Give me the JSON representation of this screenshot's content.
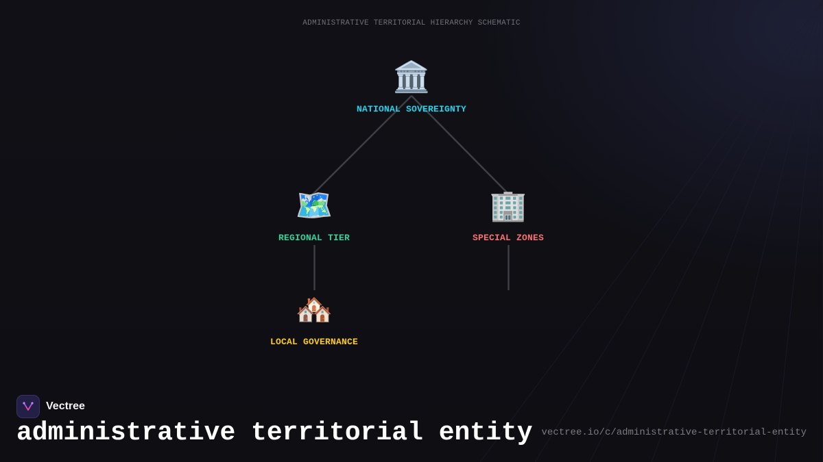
{
  "header": {
    "schematic_title": "ADMINISTRATIVE TERRITORIAL HIERARCHY SCHEMATIC"
  },
  "diagram": {
    "nodes": [
      {
        "id": "national",
        "icon": "classical-building-icon",
        "glyph": "🏛️",
        "label": "NATIONAL SOVEREIGNTY",
        "color": "#22d3ee"
      },
      {
        "id": "regional",
        "icon": "world-map-icon",
        "glyph": "🗺️",
        "label": "REGIONAL TIER",
        "color": "#34d399"
      },
      {
        "id": "special",
        "icon": "office-building-icon",
        "glyph": "🏢",
        "label": "SPECIAL ZONES",
        "color": "#f87171"
      },
      {
        "id": "local",
        "icon": "houses-icon",
        "glyph": "🏘️",
        "label": "LOCAL GOVERNANCE",
        "color": "#facc15"
      }
    ],
    "edges": [
      {
        "from": "national",
        "to": "regional"
      },
      {
        "from": "national",
        "to": "special"
      },
      {
        "from": "regional",
        "to": "local"
      },
      {
        "from": "special",
        "to": ""
      }
    ],
    "edge_color": "#3f3f46"
  },
  "footer": {
    "brand_name": "Vectree",
    "brand_icon": "vectree-logo-icon",
    "title": "administrative territorial entity",
    "url": "vectree.io/c/administrative-territorial-entity"
  }
}
